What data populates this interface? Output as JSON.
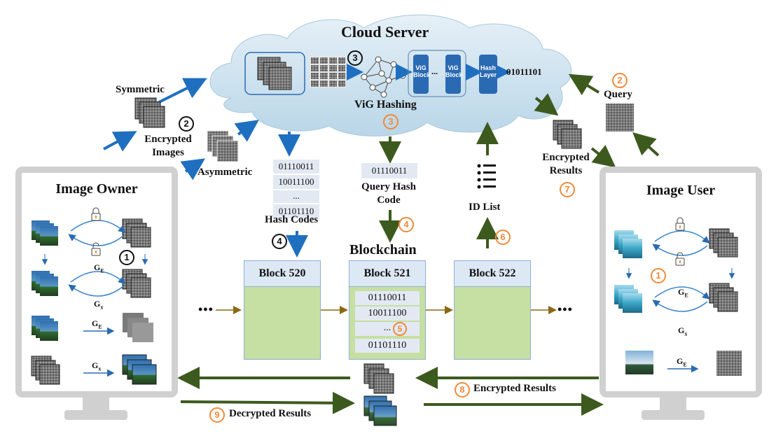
{
  "cloud": {
    "title": "Cloud Server",
    "vig_hashing_label": "ViG Hashing",
    "vig_block_1": "ViG Block",
    "vig_block_2": "ViG Block",
    "ellipsis": "...",
    "hash_layer": "Hash Layer",
    "output_code": "01011101",
    "step_black": "3",
    "step_orange": "3"
  },
  "owner_side": {
    "symmetric": "Symmetric",
    "encrypted_images": "Encrypted Images",
    "asymmetric": "Asymmetric",
    "step": "2"
  },
  "hash_codes": {
    "codes": [
      "01110011",
      "10011100",
      "...",
      "01101110"
    ],
    "label": "Hash Codes",
    "step": "4"
  },
  "query_hash": {
    "code": "01110011",
    "label": "Query Hash Code",
    "step": "4"
  },
  "id_list": {
    "label": "ID List",
    "step": "6"
  },
  "query": {
    "label": "Query",
    "step": "2"
  },
  "encrypted_results_top": {
    "label": "Encrypted Results",
    "step": "7"
  },
  "blockchain": {
    "title": "Blockchain",
    "blocks": [
      {
        "name": "Block 520"
      },
      {
        "name": "Block 521",
        "codes": [
          "01110011",
          "10011100",
          "...",
          "01101110"
        ],
        "step": "5"
      },
      {
        "name": "Block 522"
      }
    ],
    "ellipsis_left": "•••",
    "ellipsis_right": "•••"
  },
  "image_owner": {
    "title": "Image Owner",
    "step": "1",
    "ge": "G",
    "ge_sub": "E",
    "gx": "G",
    "gx_sub": "x"
  },
  "image_user": {
    "title": "Image User",
    "step": "1",
    "ge": "G",
    "ge_sub": "E",
    "gx": "G",
    "gx_sub": "x"
  },
  "bottom": {
    "encrypted_results": "Encrypted Results",
    "encrypted_step": "8",
    "decrypted_results": "Decrypted Results",
    "decrypted_step": "9"
  },
  "colors": {
    "blue_arrow": "#1f6fc0",
    "green_arrow": "#3d5a1e",
    "orange": "#f08a3a",
    "cloud": "#cfe3ef",
    "block_body": "#c6dfa2"
  }
}
